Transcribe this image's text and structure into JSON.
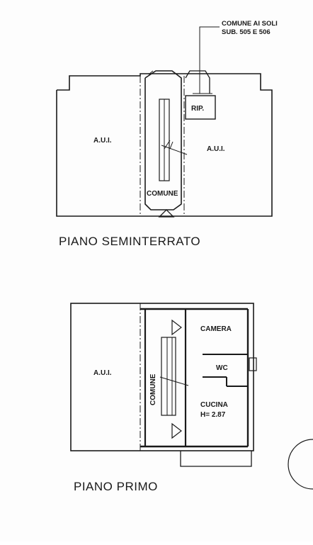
{
  "annotation": {
    "line1": "COMUNE AI SOLI",
    "line2": "SUB. 505 E 506"
  },
  "basement": {
    "title": "PIANO SEMINTERRATO",
    "left_unit": "A.U.I.",
    "right_unit": "A.U.I.",
    "storage": "RIP.",
    "common": "COMUNE"
  },
  "first_floor": {
    "title": "PIANO PRIMO",
    "left_unit": "A.U.I.",
    "common": "COMUNE",
    "camera": "CAMERA",
    "wc": "WC",
    "kitchen": "CUCINA",
    "kitchen_height": "H= 2.87"
  },
  "colors": {
    "ink": "#1a1a1a",
    "paper": "#fdfdfd"
  }
}
